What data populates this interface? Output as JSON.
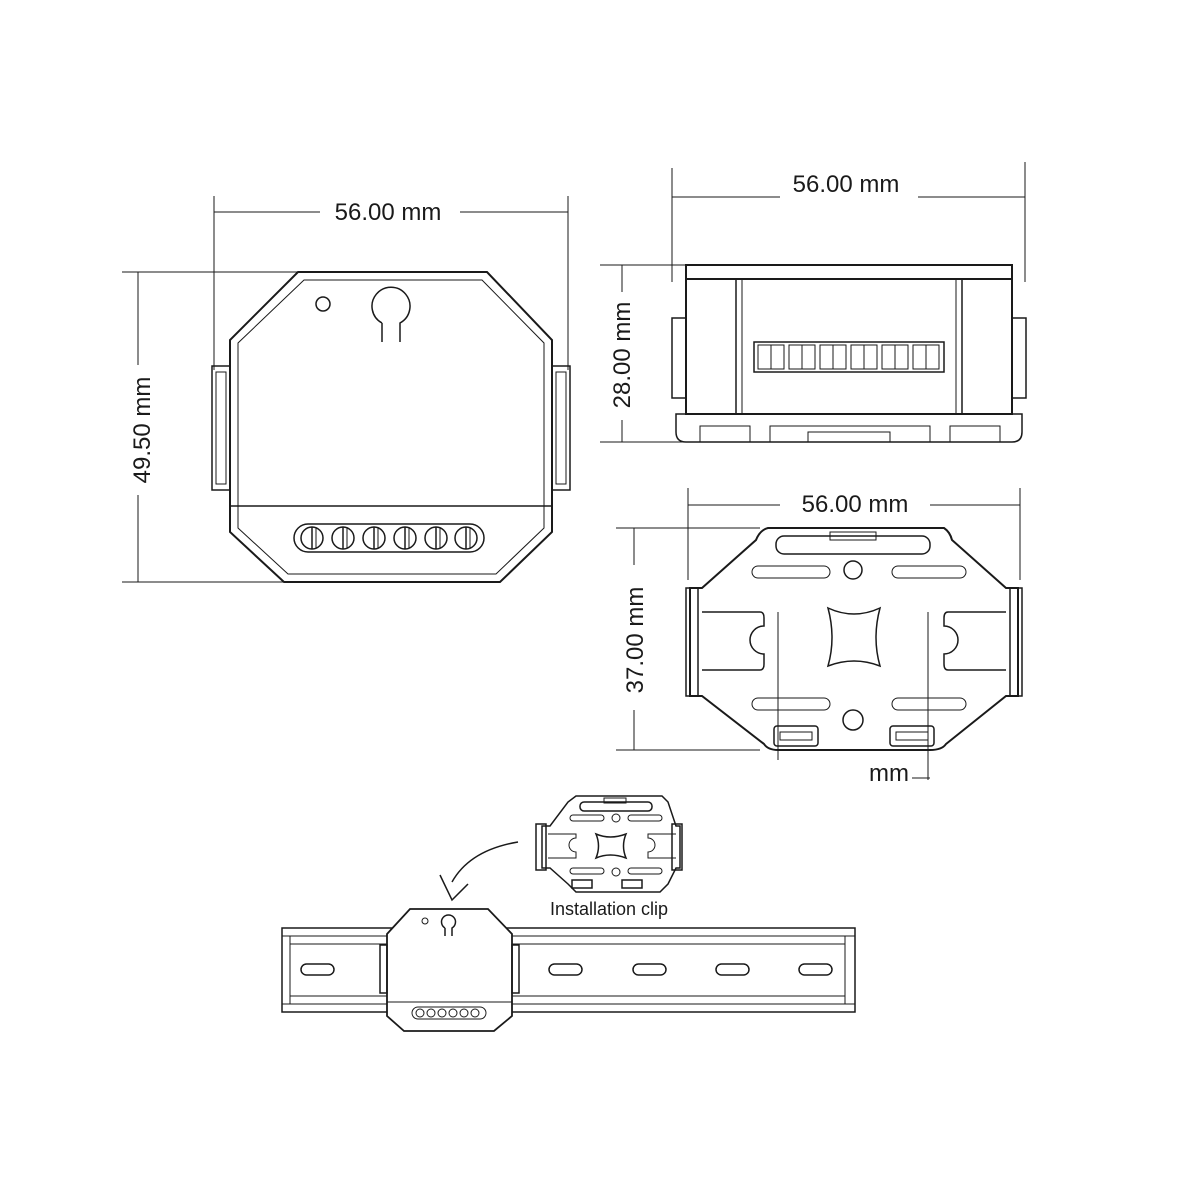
{
  "front_view": {
    "width_label": "56.00 mm",
    "height_label": "49.50 mm"
  },
  "side_view": {
    "width_label": "56.00 mm",
    "height_label": "28.00 mm"
  },
  "bottom_view": {
    "width_label": "56.00 mm",
    "height_label": "37.00 mm",
    "unit_label": "mm"
  },
  "installation": {
    "clip_label": "Installation clip"
  }
}
